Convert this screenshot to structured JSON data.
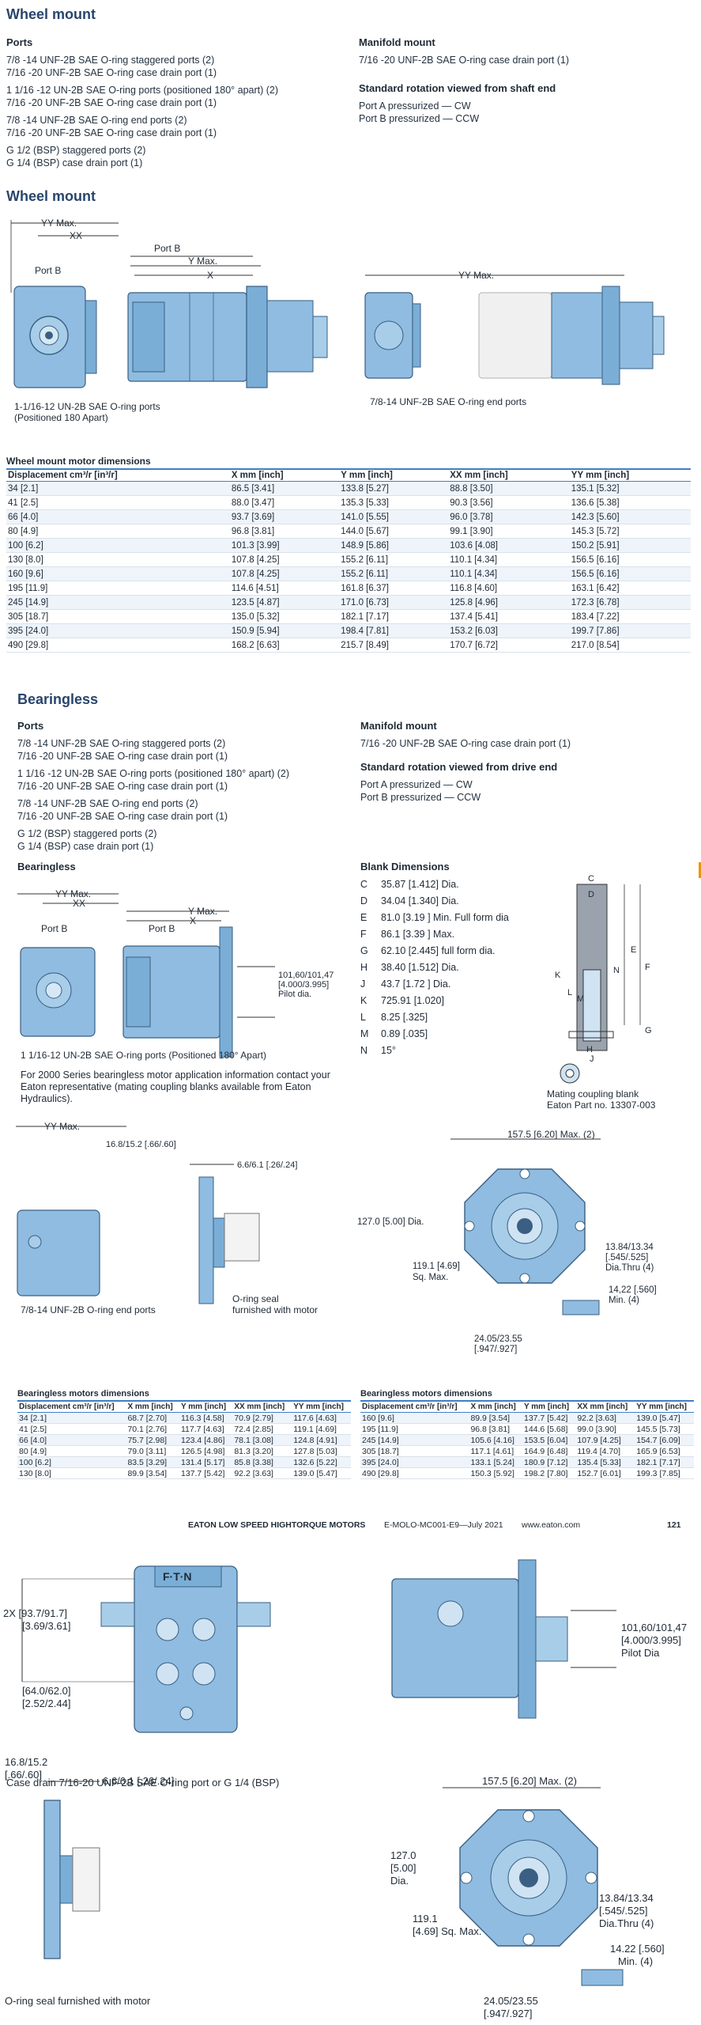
{
  "wheel_mount_top": {
    "title": "Wheel mount",
    "ports_heading": "Ports",
    "ports": [
      "7/8 -14 UNF-2B SAE O-ring staggered ports (2)",
      "7/16 -20 UNF-2B SAE O-ring case drain port (1)",
      "1 1/16 -12 UN-2B SAE O-ring ports (positioned 180° apart) (2)",
      "7/16 -20 UNF-2B SAE O-ring case drain port (1)",
      "7/8 -14 UNF-2B SAE O-ring end ports (2)",
      "7/16 -20 UNF-2B SAE O-ring case drain port (1)",
      "G 1/2 (BSP) staggered ports (2)",
      "G 1/4 (BSP) case drain port (1)"
    ],
    "manifold_heading": "Manifold mount",
    "manifold_text": "7/16 -20 UNF-2B SAE O-ring case drain port (1)",
    "rotation_heading": "Standard rotation viewed from shaft end",
    "rotation": [
      "Port A pressurized — CW",
      "Port B pressurized — CCW"
    ]
  },
  "wheel_mount_drawing": {
    "title": "Wheel mount",
    "yy_max": "YY Max.",
    "xx": "XX",
    "port_b": "Port B",
    "y_max": "Y Max.",
    "x": "X",
    "caption1": "1-1/16-12 UN-2B SAE O-ring ports",
    "caption1b": "(Positioned 180 Apart)",
    "caption2": "7/8-14 UNF-2B SAE O-ring end ports"
  },
  "wheel_table": {
    "title": "Wheel mount motor dimensions",
    "headers": [
      "Displacement cm³/r [in³/r]",
      "X mm [inch]",
      "Y mm [inch]",
      "XX mm [inch]",
      "YY mm [inch]"
    ],
    "rows": [
      [
        "34 [2.1]",
        "86.5 [3.41]",
        "133.8 [5.27]",
        "88.8 [3.50]",
        "135.1 [5.32]"
      ],
      [
        "41 [2.5]",
        "88.0 [3.47]",
        "135.3 [5.33]",
        "90.3 [3.56]",
        "136.6 [5.38]"
      ],
      [
        "66 [4.0]",
        "93.7 [3.69]",
        "141.0 [5.55]",
        "96.0 [3.78]",
        "142.3 [5.60]"
      ],
      [
        "80 [4.9]",
        "96.8 [3.81]",
        "144.0 [5.67]",
        "99.1 [3.90]",
        "145.3 [5.72]"
      ],
      [
        "100 [6.2]",
        "101.3 [3.99]",
        "148.9 [5.86]",
        "103.6 [4.08]",
        "150.2 [5.91]"
      ],
      [
        "130 [8.0]",
        "107.8 [4.25]",
        "155.2 [6.11]",
        "110.1 [4.34]",
        "156.5 [6.16]"
      ],
      [
        "160 [9.6]",
        "107.8 [4.25]",
        "155.2 [6.11]",
        "110.1 [4.34]",
        "156.5 [6.16]"
      ],
      [
        "195 [11.9]",
        "114.6 [4.51]",
        "161.8 [6.37]",
        "116.8 [4.60]",
        "163.1 [6.42]"
      ],
      [
        "245 [14.9]",
        "123.5 [4.87]",
        "171.0 [6.73]",
        "125.8 [4.96]",
        "172.3 [6.78]"
      ],
      [
        "305 [18.7]",
        "135.0 [5.32]",
        "182.1 [7.17]",
        "137.4 [5.41]",
        "183.4 [7.22]"
      ],
      [
        "395 [24.0]",
        "150.9 [5.94]",
        "198.4 [7.81]",
        "153.2 [6.03]",
        "199.7 [7.86]"
      ],
      [
        "490 [29.8]",
        "168.2 [6.63]",
        "215.7 [8.49]",
        "170.7 [6.72]",
        "217.0 [8.54]"
      ]
    ]
  },
  "bearingless": {
    "title": "Bearingless",
    "ports_heading": "Ports",
    "ports": [
      "7/8 -14 UNF-2B SAE O-ring staggered ports (2)",
      "7/16 -20 UNF-2B SAE O-ring case drain port (1)",
      "1 1/16 -12 UN-2B SAE O-ring ports (positioned 180° apart) (2)",
      "7/16 -20 UNF-2B SAE O-ring case drain port (1)",
      "7/8 -14 UNF-2B SAE O-ring end ports (2)",
      "7/16 -20 UNF-2B SAE O-ring case drain port (1)",
      "G 1/2 (BSP) staggered ports (2)",
      "G 1/4 (BSP) case drain port (1)"
    ],
    "manifold_heading": "Manifold mount",
    "manifold_text": "7/16 -20 UNF-2B SAE O-ring case drain port (1)",
    "rotation_heading": "Standard rotation viewed from drive end",
    "rotation": [
      "Port A pressurized — CW",
      "Port B pressurized — CCW"
    ]
  },
  "bearingless_drawing": {
    "title": "Bearingless",
    "yy_max": "YY Max.",
    "xx": "XX",
    "port_b": "Port B",
    "port_b2": "Port B",
    "y_max": "Y Max.",
    "x": "X",
    "pilot1": "101,60/101,47",
    "pilot2": "[4.000/3.995]",
    "pilot3": "Pilot dia.",
    "caption": "1 1/16-12 UN-2B SAE O-ring ports (Positioned 180° Apart)",
    "note": "For 2000 Series bearingless motor application information contact your Eaton representative (mating coupling blanks available from Eaton Hydraulics)."
  },
  "blank_dimensions": {
    "title": "Blank Dimensions",
    "items": [
      [
        "C",
        "35.87 [1.412] Dia."
      ],
      [
        "D",
        "34.04 [1.340] Dia."
      ],
      [
        "E",
        "81.0 [3.19 ] Min. Full form dia"
      ],
      [
        "F",
        "86.1 [3.39 ] Max."
      ],
      [
        "G",
        "62.10 [2.445] full form dia."
      ],
      [
        "H",
        "38.40 [1.512] Dia."
      ],
      [
        "J",
        "43.7 [1.72 ] Dia."
      ],
      [
        "K",
        "725.91 [1.020]"
      ],
      [
        "L",
        "8.25 [.325]"
      ],
      [
        "M",
        "0.89 [.035]"
      ],
      [
        "N",
        "15°"
      ]
    ],
    "caption1": "Mating coupling blank",
    "caption2": "Eaton Part no. 13307-003"
  },
  "end_port_drawing": {
    "yy_max": "YY Max.",
    "dim1": "16.8/15.2 [.66/.60]",
    "dim2": "6.6/6.1 [.26/.24]",
    "seal1": "O-ring seal",
    "seal2": "furnished with motor",
    "caption": "7/8-14 UNF-2B O-ring end ports"
  },
  "flange_drawing": {
    "dim_top": "157.5 [6.20] Max. (2)",
    "dia": "127.0 [5.00] Dia.",
    "sq1": "119.1 [4.69]",
    "sq2": "Sq. Max.",
    "hole1": "13.84/13.34",
    "hole2": "[.545/.525]",
    "hole3": "Dia.Thru (4)",
    "min1": "14,22 [.560]",
    "min2": "Min. (4)",
    "b1": "24.05/23.55",
    "b2": "[.947/.927]"
  },
  "bearingless_table_left": {
    "title": "Bearingless motors dimensions",
    "headers": [
      "Displacement cm³/r [in³/r]",
      "X mm [inch]",
      "Y mm [inch]",
      "XX mm [inch]",
      "YY mm [inch]"
    ],
    "rows": [
      [
        "34 [2.1]",
        "68.7 [2.70]",
        "116.3 [4.58]",
        "70.9 [2.79]",
        "117.6 [4.63]"
      ],
      [
        "41 [2.5]",
        "70.1 [2.76]",
        "117.7 [4.63]",
        "72.4 [2.85]",
        "119.1 [4.69]"
      ],
      [
        "66 [4.0]",
        "75.7 [2.98]",
        "123.4 [4.86]",
        "78.1 [3.08]",
        "124.8 [4.91]"
      ],
      [
        "80 [4.9]",
        "79.0 [3.11]",
        "126.5 [4.98]",
        "81.3 [3.20]",
        "127.8 [5.03]"
      ],
      [
        "100 [6.2]",
        "83.5 [3.29]",
        "131.4 [5.17]",
        "85.8 [3.38]",
        "132.6 [5.22]"
      ],
      [
        "130 [8.0]",
        "89.9 [3.54]",
        "137.7 [5.42]",
        "92.2 [3.63]",
        "139.0 [5.47]"
      ]
    ]
  },
  "bearingless_table_right": {
    "title": "Bearingless motors dimensions",
    "headers": [
      "Displacement cm³/r [in³/r]",
      "X mm [inch]",
      "Y mm [inch]",
      "XX mm [inch]",
      "YY mm [inch]"
    ],
    "rows": [
      [
        "160 [9.6]",
        "89.9 [3.54]",
        "137.7 [5.42]",
        "92.2 [3.63]",
        "139.0 [5.47]"
      ],
      [
        "195 [11.9]",
        "96.8 [3.81]",
        "144.6 [5.68]",
        "99.0 [3.90]",
        "145.5 [5.73]"
      ],
      [
        "245 [14.9]",
        "105.6 [4.16]",
        "153.5 [6.04]",
        "107.9 [4.25]",
        "154.7 [6.09]"
      ],
      [
        "305 [18.7]",
        "117.1 [4.61]",
        "164.9 [6.48]",
        "119.4 [4.70]",
        "165.9 [6.53]"
      ],
      [
        "395 [24.0]",
        "133.1 [5.24]",
        "180.9 [7.12]",
        "135.4 [5.33]",
        "182.1 [7.17]"
      ],
      [
        "490 [29.8]",
        "150.3 [5.92]",
        "198.2 [7.80]",
        "152.7 [6.01]",
        "199.3 [7.85]"
      ]
    ]
  },
  "footer": {
    "brand": "EATON LOW SPEED HIGHTORQUE MOTORS",
    "doc": "E-MOLO-MC001-E9—July 2021",
    "url": "www.eaton.com",
    "page": "121"
  },
  "bottom_drawings": {
    "dim_2x1": "2X [93.7/91.7]",
    "dim_2x2": "[3.69/3.61]",
    "dim_64a": "[64.0/62.0]",
    "dim_64b": "[2.52/2.44]",
    "case_drain": "Case drain 7/16-20 UNF-2B SAE O-ring port or G 1/4 (BSP)",
    "pilot1": "101,60/101,47",
    "pilot2": "[4.000/3.995]",
    "pilot3": "Pilot Dia",
    "dim1a": "16.8/15.2",
    "dim1b": "[.66/.60]",
    "dim2": "6.6/6.1 [.26/.24]",
    "seal": "O-ring seal furnished with motor",
    "dim_top": "157.5 [6.20] Max. (2)",
    "dia1": "127.0",
    "dia2": "[5.00]",
    "dia3": "Dia.",
    "sq1": "119.1",
    "sq2": "[4.69] Sq. Max.",
    "hole1": "13.84/13.34",
    "hole2": "[.545/.525]",
    "hole3": "Dia.Thru (4)",
    "min1": "14.22 [.560]",
    "min2": "Min. (4)",
    "b1": "24.05/23.55",
    "b2": "[.947/.927]",
    "logo": "F·T·N"
  }
}
